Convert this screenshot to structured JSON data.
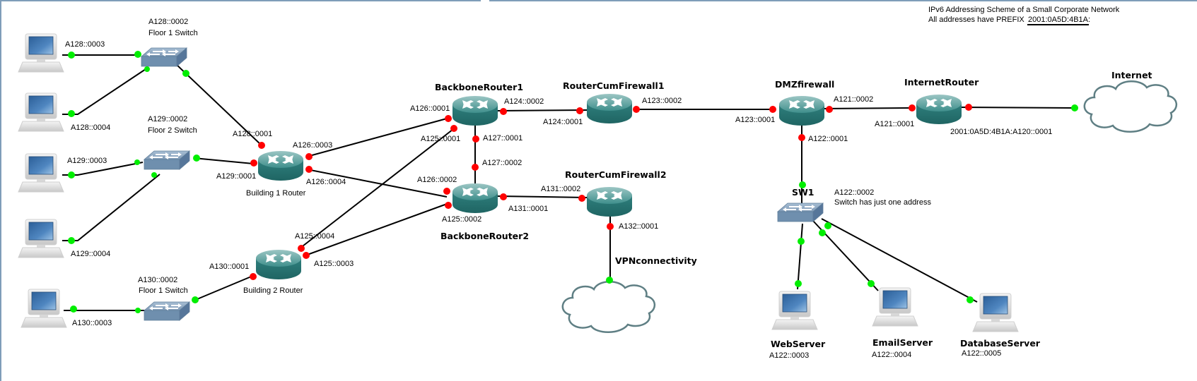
{
  "header": {
    "title": "IPv6 Addressing Scheme of a Small Corporate Network",
    "prefix_label": "All addresses have PREFIX",
    "prefix_value": "2001:0A5D:4B1A:"
  },
  "colors": {
    "down_port": "#ff0000",
    "up_port": "#00ee00",
    "router": "#2f7f7d",
    "switch": "#6f8fae",
    "cloud_outline": "#5f7f84",
    "frame": "#7f9db9"
  },
  "devices": {
    "pc_128_3": {
      "label": "A128::0003"
    },
    "pc_128_4": {
      "label": "A128::0004"
    },
    "pc_129_3": {
      "label": "A129::0003"
    },
    "pc_129_4": {
      "label": "A129::0004"
    },
    "pc_130_3": {
      "label": "A130::0003"
    },
    "sw_floor1_b1": {
      "address": "A128::0002",
      "name": "Floor 1 Switch"
    },
    "sw_floor2_b1": {
      "address": "A129::0002",
      "name": "Floor 2 Switch"
    },
    "sw_floor1_b2": {
      "address": "A130::0002",
      "name": "Floor 1 Switch"
    },
    "building1_router": {
      "name": "Building 1 Router",
      "ifaces": [
        "A128::0001",
        "A129::0001",
        "A126::0003",
        "A126::0004"
      ]
    },
    "building2_router": {
      "name": "Building 2 Router",
      "ifaces": [
        "A130::0001",
        "A125::0004",
        "A125::0003"
      ]
    },
    "backbone1": {
      "name": "BackboneRouter1",
      "ifaces": [
        "A126::0001",
        "A125::0001",
        "A124::0002",
        "A127::0001"
      ]
    },
    "backbone2": {
      "name": "BackboneRouter2",
      "ifaces": [
        "A127::0002",
        "A126::0002",
        "A125::0002",
        "A131::0001"
      ]
    },
    "rcf1": {
      "name": "RouterCumFirewall1",
      "ifaces": [
        "A124::0001",
        "A123::0002"
      ]
    },
    "rcf2": {
      "name": "RouterCumFirewall2",
      "ifaces": [
        "A131::0002",
        "A132::0001"
      ]
    },
    "dmz": {
      "name": "DMZfirewall",
      "ifaces": [
        "A123::0001",
        "A121::0002",
        "A122::0001"
      ]
    },
    "internet_router": {
      "name": "InternetRouter",
      "ifaces": [
        "A121::0001",
        "2001:0A5D:4B1A:A120::0001"
      ]
    },
    "internet_cloud": {
      "name": "Internet"
    },
    "vpn_cloud": {
      "name": "VPNconnectivity"
    },
    "sw1": {
      "name": "SW1",
      "address": "A122::0002",
      "note": "Switch has just one address"
    },
    "web_server": {
      "name": "WebServer",
      "address": "A122::0003"
    },
    "email_server": {
      "name": "EmailServer",
      "address": "A122::0004"
    },
    "database_server": {
      "name": "DatabaseServer",
      "address": "A122::0005"
    }
  }
}
